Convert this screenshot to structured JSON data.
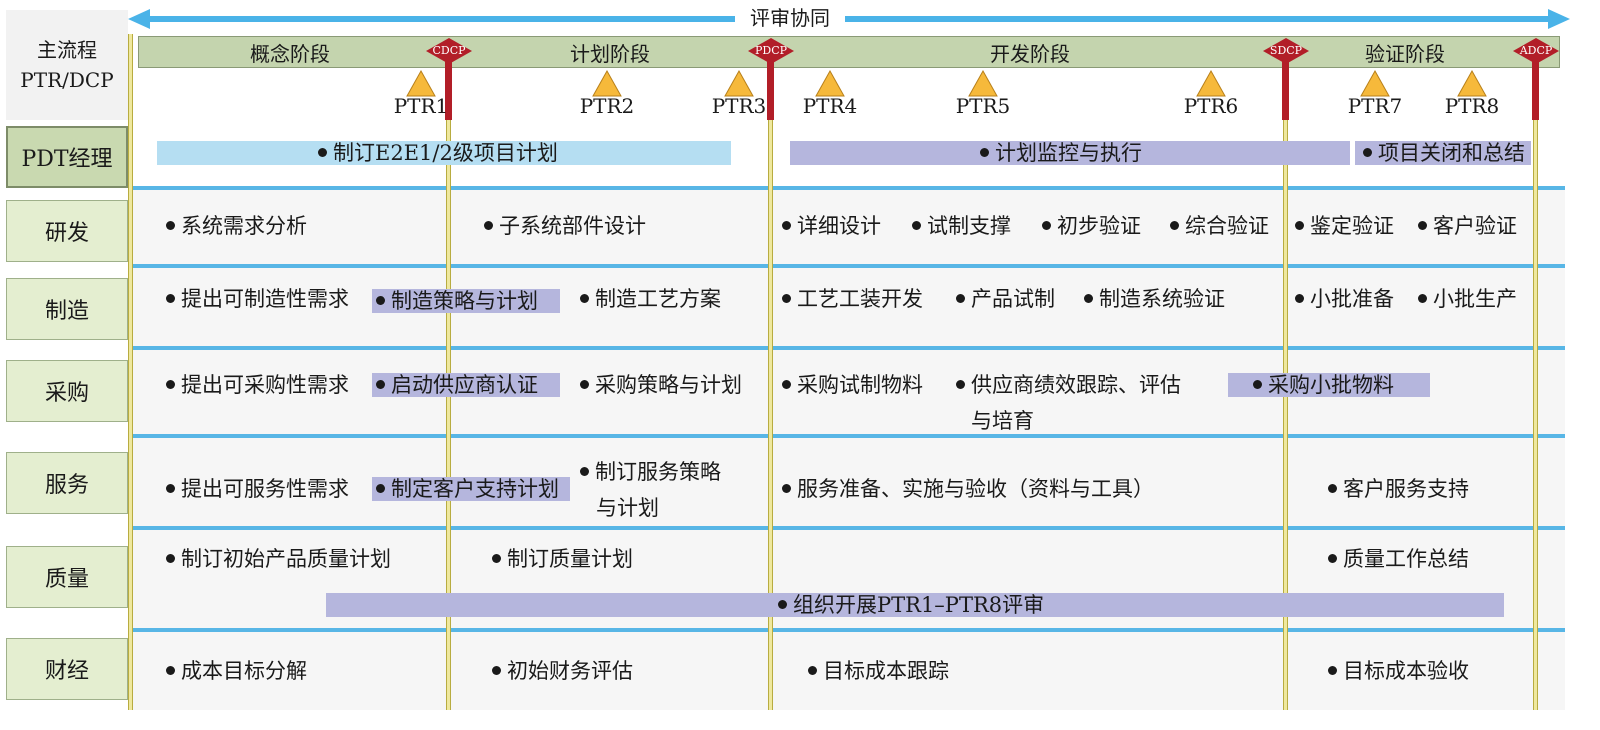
{
  "top_arrow_label": "评审协同",
  "main_label": {
    "line1": "主流程",
    "line2": "PTR/DCP"
  },
  "phases": [
    "概念阶段",
    "计划阶段",
    "开发阶段",
    "验证阶段"
  ],
  "dcps": [
    "CDCP",
    "PDCP",
    "SDCP",
    "ADCP"
  ],
  "ptrs": [
    "PTR1",
    "PTR2",
    "PTR3",
    "PTR4",
    "PTR5",
    "PTR6",
    "PTR7",
    "PTR8"
  ],
  "roles": [
    "PDT经理",
    "研发",
    "制造",
    "采购",
    "服务",
    "质量",
    "财经"
  ],
  "pdt": {
    "plan": "制订E2E1/2级项目计划",
    "monitor": "计划监控与执行",
    "close": "项目关闭和总结"
  },
  "rd": [
    "系统需求分析",
    "子系统部件设计",
    "详细设计",
    "试制支撑",
    "初步验证",
    "综合验证",
    "鉴定验证",
    "客户验证"
  ],
  "mfg": [
    "提出可制造性需求",
    "制造策略与计划",
    "制造工艺方案",
    "工艺工装开发",
    "产品试制",
    "制造系统验证",
    "小批准备",
    "小批生产"
  ],
  "proc": {
    "items": [
      "提出可采购性需求",
      "启动供应商认证",
      "采购策略与计划",
      "采购试制物料",
      "采购小批物料"
    ],
    "supplier_line1": "供应商绩效跟踪、评估",
    "supplier_line2": "与培育"
  },
  "svc": {
    "req": "提出可服务性需求",
    "support_plan": "制定客户支持计划",
    "strategy_line1": "制订服务策略",
    "strategy_line2": "与计划",
    "prep": "服务准备、实施与验收（资料与工具）",
    "cust": "客户服务支持"
  },
  "qa": [
    "制订初始产品质量计划",
    "制订质量计划",
    "质量工作总结",
    "组织开展PTR1–PTR8评审"
  ],
  "fin": [
    "成本目标分解",
    "初始财务评估",
    "目标成本跟踪",
    "目标成本验收"
  ],
  "colors": {
    "blue_bar": "#b5def2",
    "purple_bar": "#b5b6dd",
    "separator": "#58b6e6",
    "dcp_red": "#b21e28",
    "ptr_yellow": "#f6b93b",
    "phase_green": "#c4d4ae"
  }
}
